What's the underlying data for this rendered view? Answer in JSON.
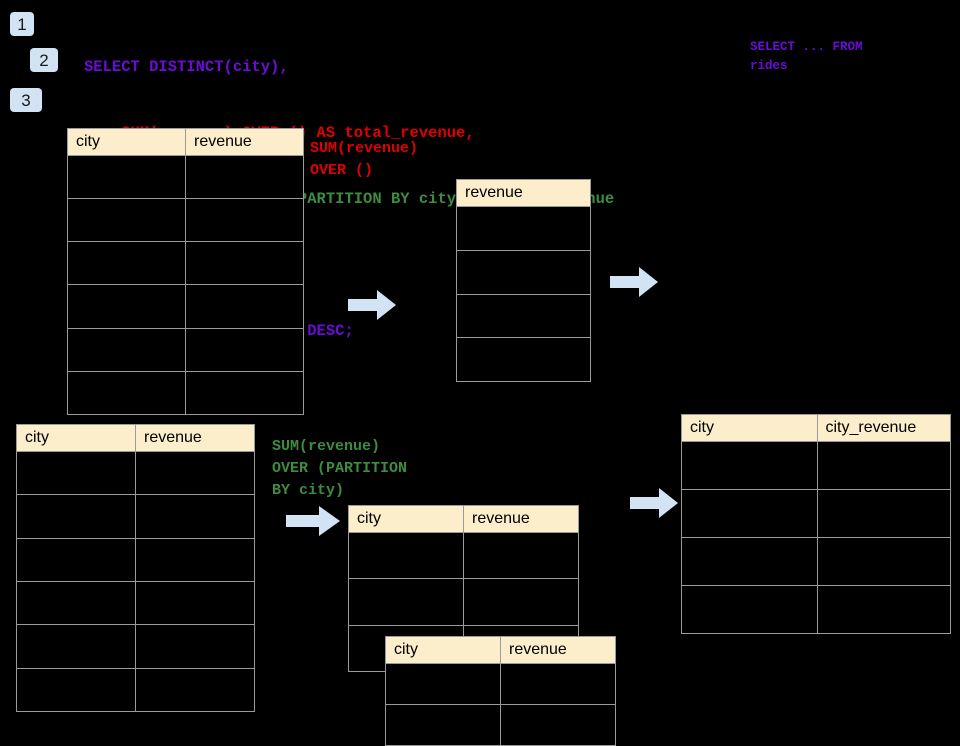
{
  "page": {
    "background": "#000000",
    "title": "SQL window function execution diagram"
  },
  "colors": {
    "badge_bg": "#d2e3f3",
    "table_header_bg": "#fceecb",
    "table_border": "#9a9a9a",
    "arrow_fill": "#d2e3f3",
    "keyword_purple": "#6a0dd6",
    "total_revenue_red": "#e00000",
    "city_revenue_green": "#3d8c40"
  },
  "badges": [
    {
      "label": "1"
    },
    {
      "label": "2"
    },
    {
      "label": "3"
    }
  ],
  "query": {
    "lines": [
      {
        "text": "SELECT DISTINCT(city),",
        "color": "purple"
      },
      {
        "text": "    SUM(revenue) OVER () AS total_revenue,",
        "color": "red"
      },
      {
        "text": "    SUM(revenue) OVER (PARTITION BY city) as city_revenue",
        "color": "green"
      },
      {
        "text": "  FROM rides",
        "color": "purple"
      },
      {
        "text": "  ORDER by city_revenue DESC;",
        "color": "purple"
      }
    ]
  },
  "side_note": {
    "text": "SELECT ... FROM\nrides"
  },
  "annotations": {
    "total_revenue": "SUM(revenue)\nOVER ()",
    "city_revenue": "SUM(revenue)\nOVER (PARTITION\nBY city)"
  },
  "tables": {
    "rides_top": {
      "name": "rides-source-top",
      "headers": [
        "city",
        "revenue"
      ],
      "row_count": 6
    },
    "total_revenue": {
      "name": "total-revenue-result",
      "headers": [
        "revenue"
      ],
      "row_count": 4
    },
    "rides_bottom": {
      "name": "rides-source-bottom",
      "headers": [
        "city",
        "revenue"
      ],
      "row_count": 6
    },
    "partition_a": {
      "name": "partition-group-a",
      "headers": [
        "city",
        "revenue"
      ],
      "row_count": 3
    },
    "partition_b": {
      "name": "partition-group-b",
      "headers": [
        "city",
        "revenue"
      ],
      "row_count": 2
    },
    "final_result": {
      "name": "final-result",
      "headers": [
        "city",
        "city_revenue"
      ],
      "row_count": 4
    }
  },
  "arrows": [
    {
      "name": "arrow-rides-to-total"
    },
    {
      "name": "arrow-total-to-result"
    },
    {
      "name": "arrow-rides-to-partition"
    },
    {
      "name": "arrow-partition-to-result"
    }
  ]
}
